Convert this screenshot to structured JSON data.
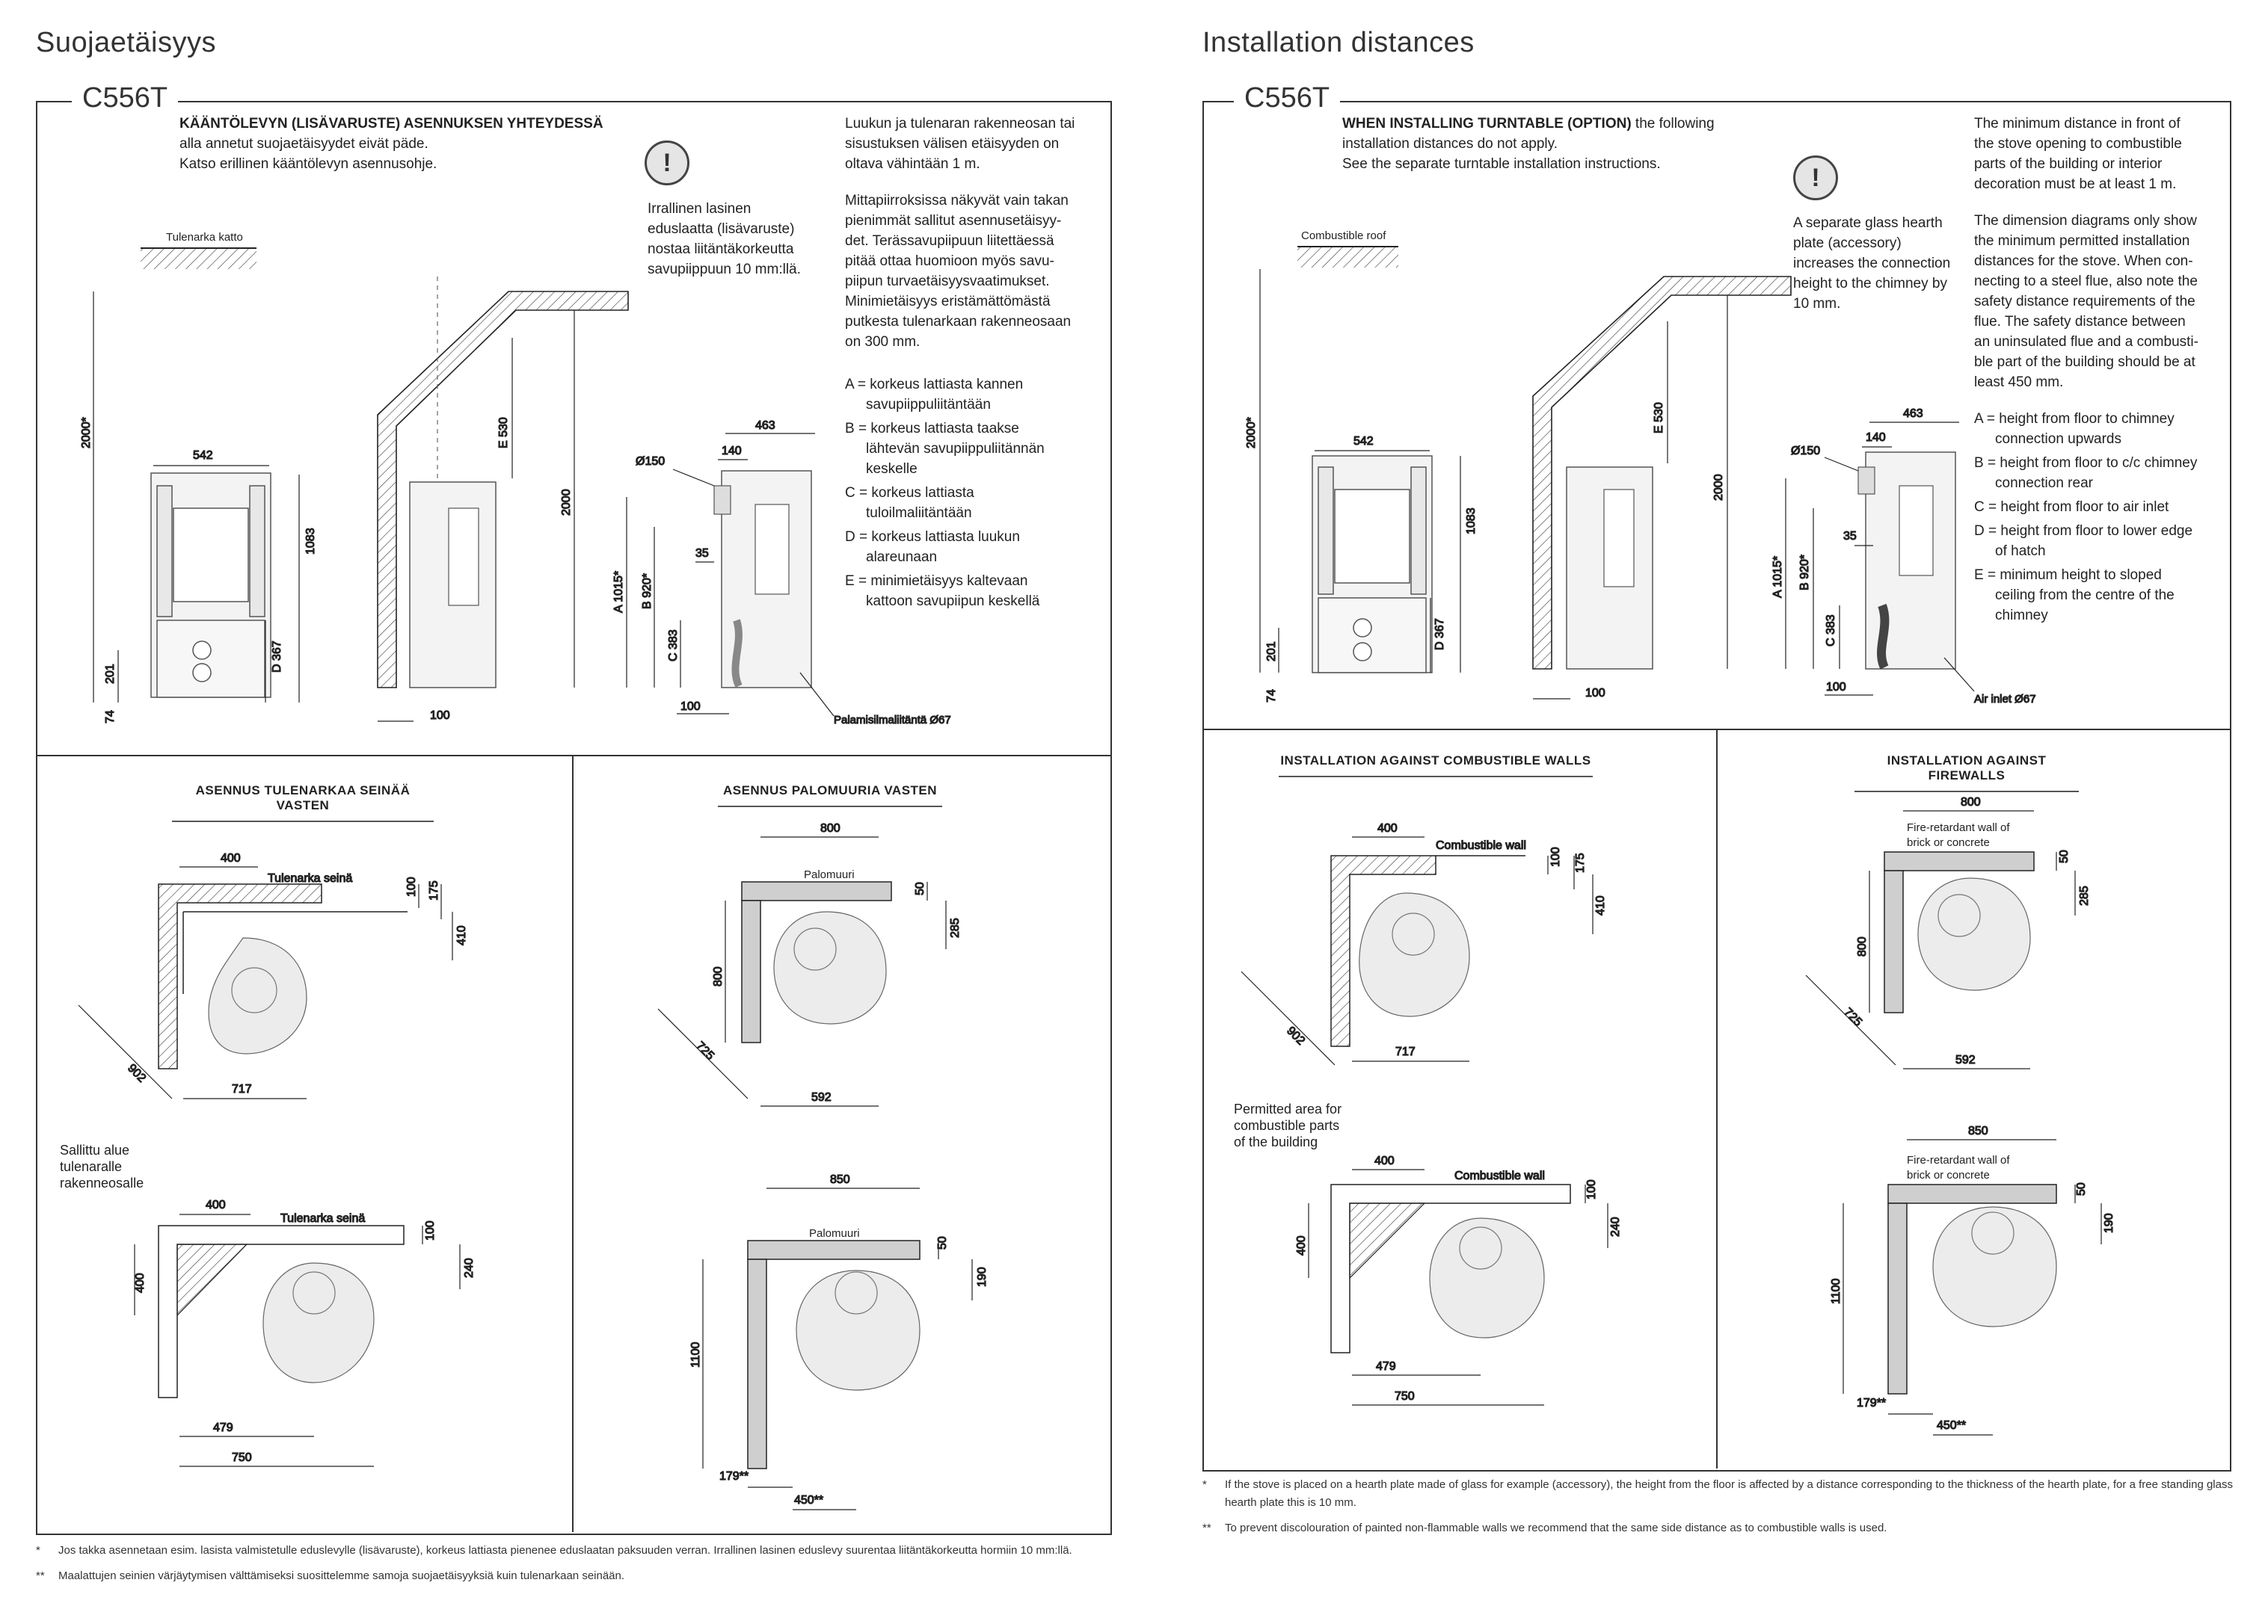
{
  "left": {
    "title": "Suojaetäisyys",
    "model": "C556T",
    "turntable_bold": "KÄÄNTÖLEVYN (LISÄVARUSTE) ASENNUKSEN YHTEYDESSÄ",
    "turntable_lines": [
      "alla annetut suojaetäisyydet eivät päde.",
      "Katso erillinen kääntölevyn asennusohje."
    ],
    "glass_note": [
      "Irrallinen lasinen",
      "eduslaatta (lisävaruste)",
      "nostaa liitäntäkorkeutta",
      "savupiippuun 10 mm:llä."
    ],
    "right_para1": [
      "Luukun ja tulenaran rakenneosan tai",
      "sisustuksen välisen etäisyyden on",
      "oltava vähintään 1 m."
    ],
    "right_para2": [
      "Mittapiirroksissa näkyvät vain takan",
      "pienimmät sallitut asennusetäisyy-",
      "det. Terässavupiipuun liitettäessä",
      "pitää ottaa huomioon myös savu-",
      "piipun turvaetäisyysvaatimukset.",
      "Minimietäisyys eristämättömästä",
      "putkesta tulenarkaan rakenneosaan",
      "on 300 mm."
    ],
    "legend": [
      [
        "A = korkeus lattiasta kannen",
        "savupiippuliitäntään"
      ],
      [
        "B = korkeus lattiasta taakse",
        "lähtevän savupiippuliitännän",
        "keskelle"
      ],
      [
        "C = korkeus lattiasta",
        "tuloilmaliitäntään"
      ],
      [
        "D = korkeus lattiasta luukun",
        "alareunaan"
      ],
      [
        "E = minimietäisyys kaltevaan",
        "kattoon savupiipun keskellä"
      ]
    ],
    "roof_label": "Tulenarka katto",
    "air_inlet_label": "Palamisilmaliitäntä Ø67",
    "sec_a": "ASENNUS TULENARKAA SEINÄÄ VASTEN",
    "sec_b": "ASENNUS PALOMUURIA VASTEN",
    "wall_label": "Tulenarka seinä",
    "firewall_label": "Palomuuri",
    "permitted_label": [
      "Sallittu alue",
      "tulenaralle",
      "rakenneosalle"
    ],
    "footnotes": [
      [
        "*",
        "Jos takka asennetaan esim. lasista valmistetulle eduslevylle (lisävaruste), korkeus lattiasta pienenee eduslaatan paksuuden verran. Irrallinen lasinen eduslevy suurentaa liitäntäkorkeutta hormiin 10 mm:llä."
      ],
      [
        "**",
        "Maalattujen seinien värjäytymisen välttämiseksi suosittelemme samoja suojaetäisyyksiä kuin tulenarkaan seinään."
      ]
    ]
  },
  "right": {
    "title": "Installation distances",
    "model": "C556T",
    "turntable_bold": "WHEN INSTALLING TURNTABLE (OPTION)",
    "turntable_rest": " the following",
    "turntable_lines": [
      "installation distances do not apply.",
      "See the separate turntable installation instructions."
    ],
    "glass_note": [
      "A separate glass hearth",
      "plate (accessory)",
      "increases the connection",
      "height to the chimney by",
      "10 mm."
    ],
    "right_para1": [
      "The minimum distance in front of",
      "the stove opening to combustible",
      "parts of the building or interior",
      "decoration must be at least 1 m."
    ],
    "right_para2": [
      "The dimension diagrams only show",
      "the minimum permitted installation",
      "distances for the stove. When con-",
      "necting to a steel flue, also note the",
      "safety distance requirements of the",
      "flue. The safety distance between",
      "an uninsulated flue and a combusti-",
      "ble part of the building should be at",
      "least 450 mm."
    ],
    "legend": [
      [
        "A = height from floor to chimney",
        "connection upwards"
      ],
      [
        "B = height from floor to c/c chimney",
        "connection rear"
      ],
      [
        "C = height from floor to air inlet"
      ],
      [
        "D = height from floor to lower edge",
        "of hatch"
      ],
      [
        "E = minimum height to sloped",
        "ceiling from the centre of the",
        "chimney"
      ]
    ],
    "roof_label": "Combustible roof",
    "air_inlet_label": "Air inlet Ø67",
    "sec_a": "INSTALLATION AGAINST COMBUSTIBLE WALLS",
    "sec_b": "INSTALLATION AGAINST FIREWALLS",
    "wall_label": "Combustible wall",
    "firewall_label": [
      "Fire-retardant wall of",
      "brick or concrete"
    ],
    "permitted_label": [
      "Permitted area for",
      "combustible parts",
      "of the building"
    ],
    "footnotes": [
      [
        "*",
        "If the stove is placed on a hearth plate made of glass for example (accessory), the height from the floor is affected by a distance corresponding to the thickness of the hearth plate, for a free standing glass hearth plate this is 10 mm."
      ],
      [
        "**",
        "To prevent discolouration of painted non-flammable walls we recommend that the same side distance as to combustible walls is used."
      ]
    ]
  },
  "dims": {
    "h2000s": "2000*",
    "w542": "542",
    "h1083": "1083",
    "d367": "D 367",
    "h201": "201",
    "h74": "74",
    "e530": "E 530",
    "h2000": "2000",
    "w100": "100",
    "w463": "463",
    "w140": "140",
    "d150": "Ø150",
    "w35": "35",
    "a1015": "A 1015*",
    "b920": "B 920*",
    "c383": "C 383",
    "c400": "400",
    "c100": "100",
    "c175": "175",
    "c410": "410",
    "c902": "902",
    "c717": "717",
    "c240": "240",
    "c479": "479",
    "c750": "750",
    "f800": "800",
    "f50": "50",
    "f285": "285",
    "f725": "725",
    "f592": "592",
    "f850": "850",
    "f190": "190",
    "f1100": "1100",
    "f179": "179**",
    "f450": "450**"
  }
}
